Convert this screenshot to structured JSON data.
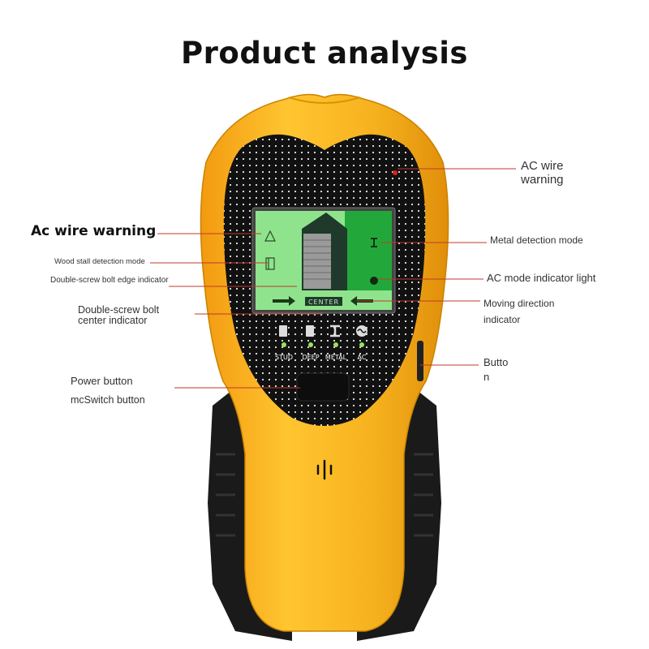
{
  "title": "Product analysis",
  "device": {
    "screen_label": "CENTER",
    "mode_buttons": [
      {
        "label": "STUD",
        "icon": "stud-icon"
      },
      {
        "label": "DEEP",
        "icon": "deep-stud-icon"
      },
      {
        "label": "METAL",
        "icon": "metal-icon"
      },
      {
        "label": "AC",
        "icon": "ac-icon"
      }
    ]
  },
  "callouts": {
    "ac_wire_warning_right": "AC wire warning",
    "metal_detection_mode": "Metal detection mode",
    "ac_mode_indicator_light": "AC mode indicator light",
    "moving_direction_indicator": "Moving direction indicator",
    "button_right": "Butto n",
    "ac_wire_warning_left": "Ac wire warning",
    "wood_stall_detection_mode": "Wood stall detection mode",
    "double_screw_edge": "Double-screw bolt edge indicator",
    "double_screw_center": "Double-screw bolt center indicator",
    "power_button": "Power button",
    "switch_button": "mcSwitch button"
  },
  "colors": {
    "housing": "#f6b21e",
    "grip": "#1a1a1a",
    "lcd": "#8fe38c",
    "lcd_active": "#22a83a",
    "leader_line": "#c0392b"
  }
}
